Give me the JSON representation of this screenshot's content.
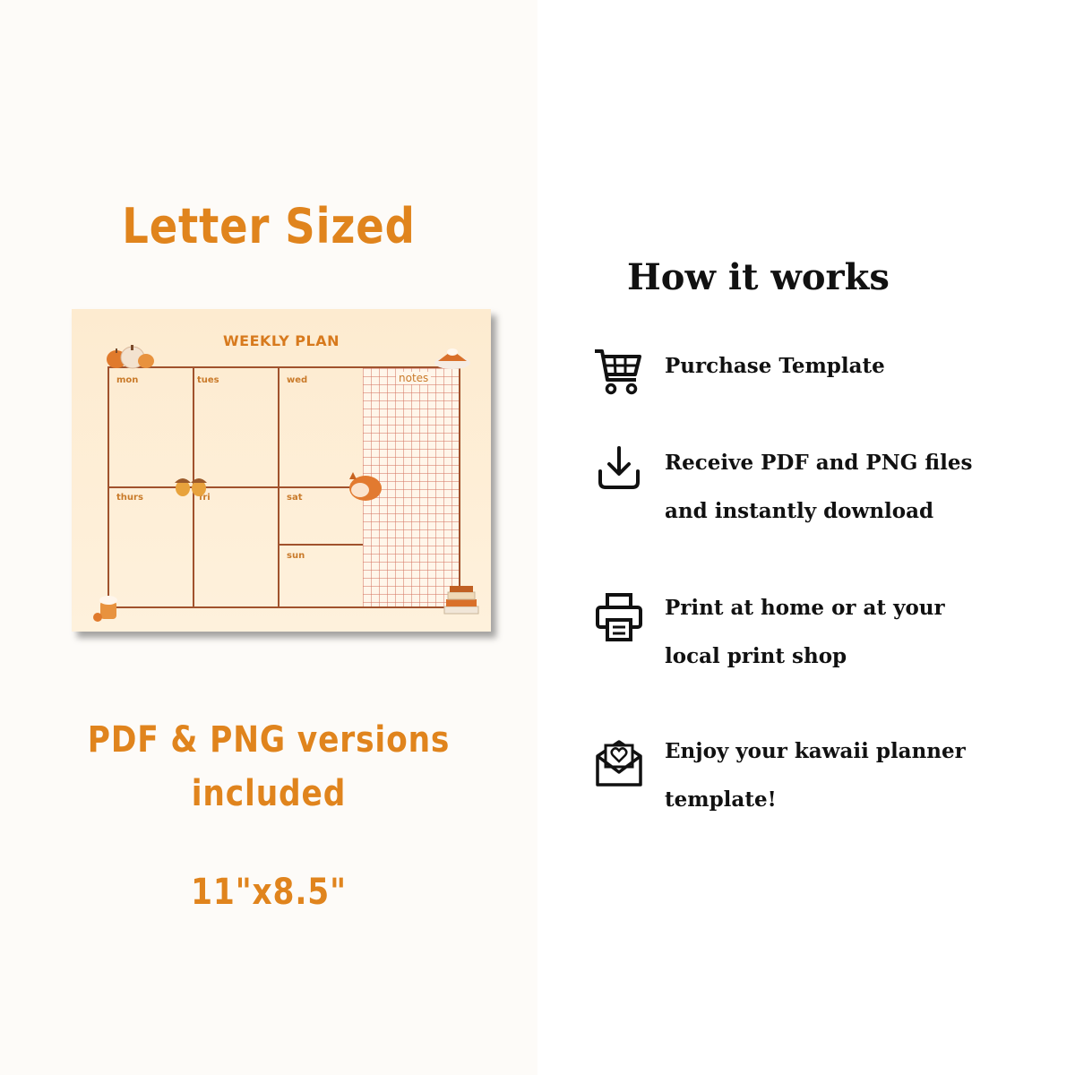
{
  "left": {
    "title": "Letter Sized",
    "versions_line1": "PDF & PNG versions",
    "versions_line2": "included",
    "size": "11\"x8.5\""
  },
  "planner": {
    "title": "WEEKLY PLAN",
    "days": {
      "mon": "mon",
      "tues": "tues",
      "wed": "wed",
      "thurs": "thurs",
      "fri": "fri",
      "sat": "sat",
      "sun": "sun"
    },
    "notes": "notes"
  },
  "how": {
    "title": "How it works",
    "steps": [
      {
        "icon": "shopping-cart-icon",
        "line1": "Purchase Template",
        "line2": ""
      },
      {
        "icon": "download-icon",
        "line1": "Receive PDF and PNG files",
        "line2": "and instantly download"
      },
      {
        "icon": "printer-icon",
        "line1": "Print at home or at your",
        "line2": "local print shop"
      },
      {
        "icon": "heart-envelope-icon",
        "line1": "Enjoy your kawaii planner",
        "line2": "template!"
      }
    ]
  },
  "colors": {
    "accent_orange": "#e0841d",
    "planner_border": "#a0522d",
    "text_dark": "#111111"
  }
}
